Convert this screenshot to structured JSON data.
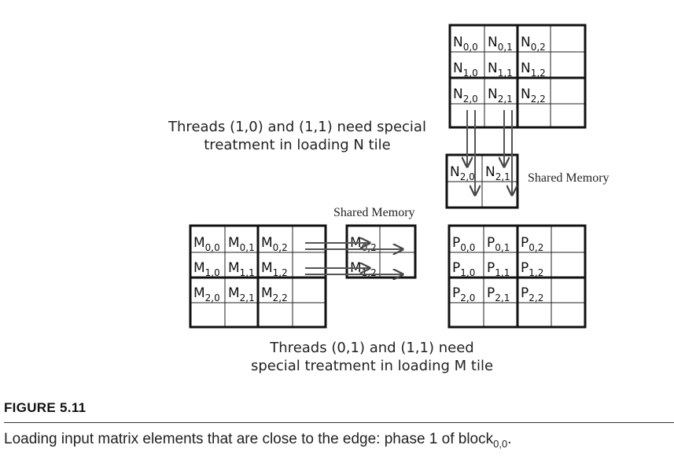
{
  "notes": {
    "n_tile_line1": "Threads (1,0) and (1,1) need special",
    "n_tile_line2": "treatment in loading N tile",
    "m_tile_line1": "Threads (0,1) and (1,1) need",
    "m_tile_line2": "special treatment in loading M tile"
  },
  "shared_memory_label": "Shared Memory",
  "n_matrix": {
    "letter": "N",
    "cells": [
      [
        "0,0",
        "0,1",
        "0,2",
        ""
      ],
      [
        "1,0",
        "1,1",
        "1,2",
        ""
      ],
      [
        "2,0",
        "2,1",
        "2,2",
        ""
      ],
      [
        "",
        "",
        "",
        ""
      ]
    ]
  },
  "n_shared": {
    "letter": "N",
    "cells": [
      [
        "2,0",
        "2,1"
      ],
      [
        "",
        ""
      ]
    ]
  },
  "m_matrix": {
    "letter": "M",
    "cells": [
      [
        "0,0",
        "0,1",
        "0,2",
        ""
      ],
      [
        "1,0",
        "1,1",
        "1,2",
        ""
      ],
      [
        "2,0",
        "2,1",
        "2,2",
        ""
      ],
      [
        "",
        "",
        "",
        ""
      ]
    ]
  },
  "m_shared": {
    "letter": "M",
    "cells": [
      [
        "0,2",
        ""
      ],
      [
        "1,2",
        ""
      ]
    ]
  },
  "p_matrix": {
    "letter": "P",
    "cells": [
      [
        "0,0",
        "0,1",
        "0,2",
        ""
      ],
      [
        "1,0",
        "1,1",
        "1,2",
        ""
      ],
      [
        "2,0",
        "2,1",
        "2,2",
        ""
      ],
      [
        "",
        "",
        "",
        ""
      ]
    ]
  },
  "figure": {
    "label": "FIGURE 5.11",
    "caption_text": "Loading input matrix elements that are close to the edge: phase 1 of block",
    "caption_sub": "0,0",
    "caption_end": "."
  }
}
